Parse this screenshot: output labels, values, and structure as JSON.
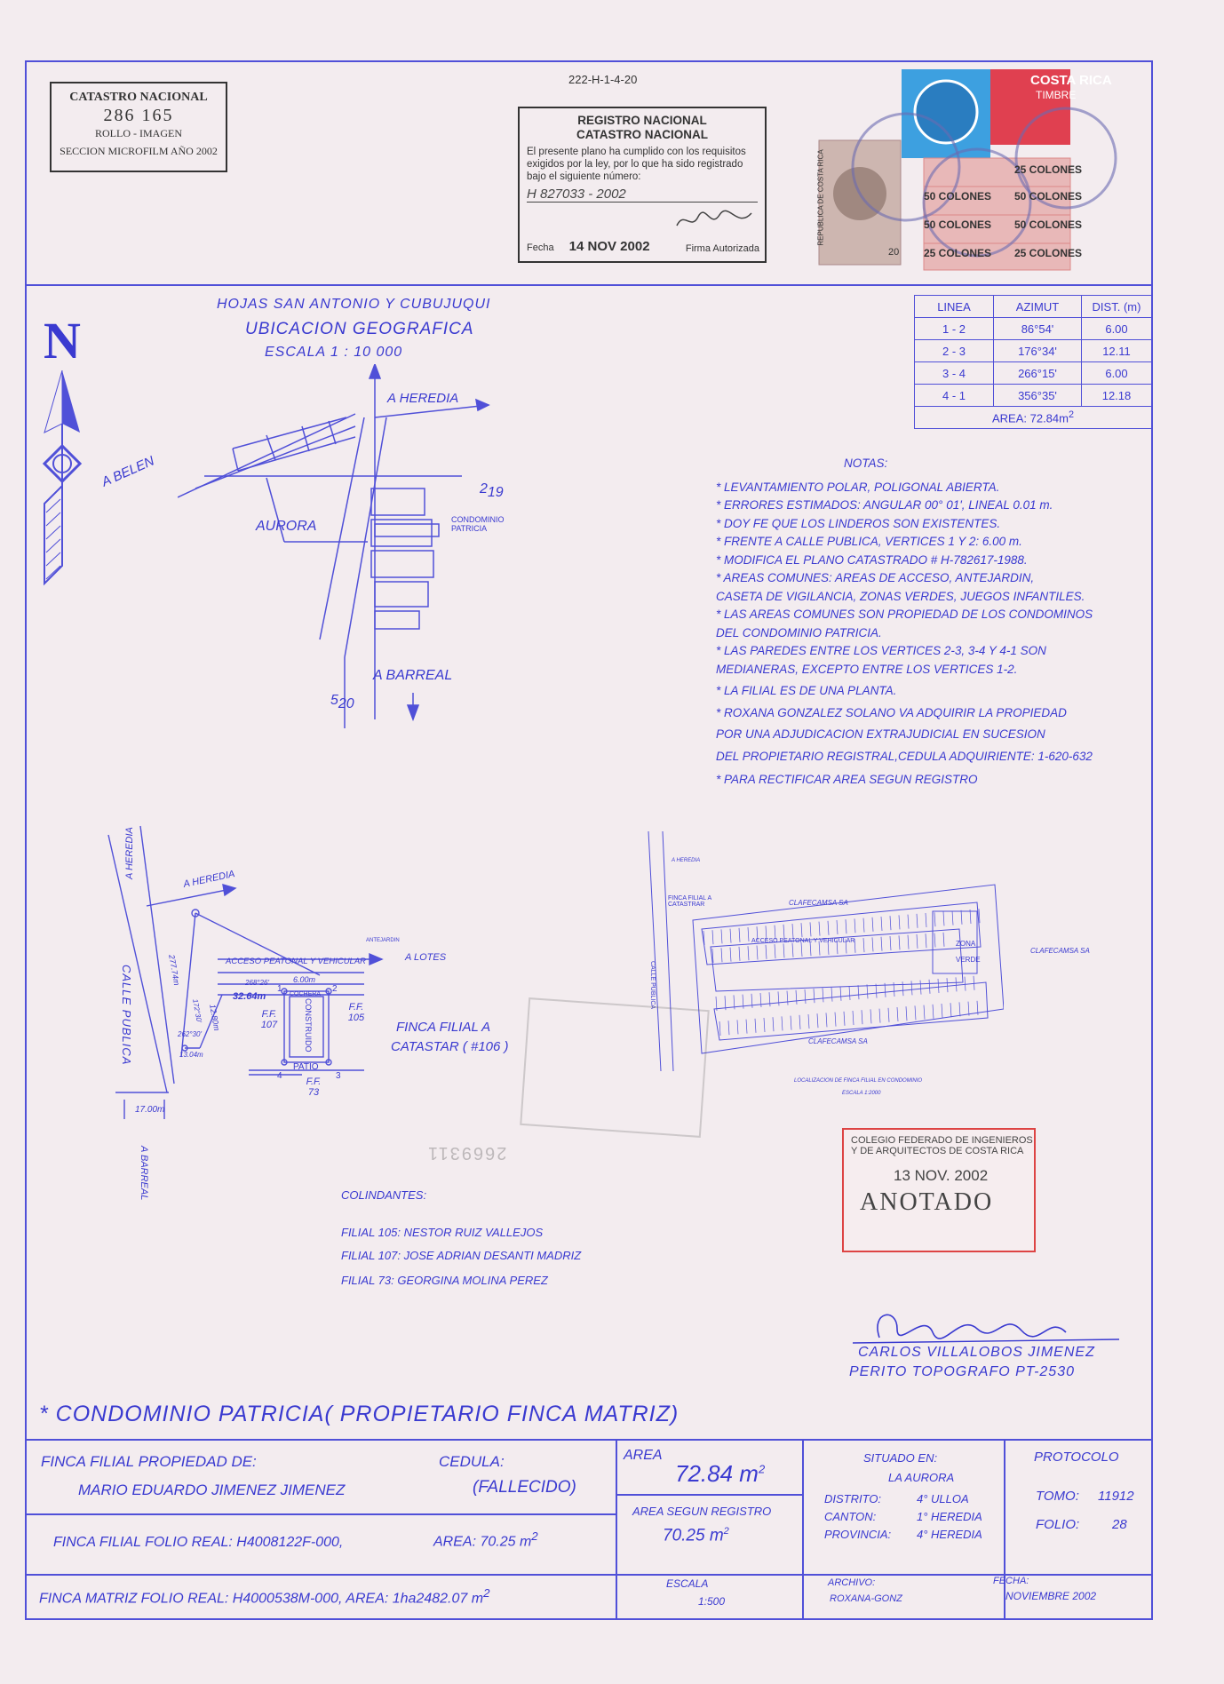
{
  "header": {
    "plan_code": "222-H-1-4-20",
    "catastro_stamp": {
      "title": "CATASTRO NACIONAL",
      "number": "286 165",
      "line2": "ROLLO - IMAGEN",
      "line3": "SECCION MICROFILM AÑO 2002"
    },
    "registro_stamp": {
      "title1": "REGISTRO NACIONAL",
      "title2": "CATASTRO NACIONAL",
      "body": "El presente plano ha cumplido con los requisitos exigidos por la ley, por lo que ha sido registrado bajo el siguiente número:",
      "number": "H 827033 - 2002",
      "fecha_label": "Fecha",
      "fecha_value": "14 NOV 2002",
      "firma_label": "Firma Autorizada"
    },
    "revenue_stamps": {
      "country": "COSTA RICA",
      "timbre": "TIMBRE",
      "values": [
        "25 COLONES",
        "50 COLONES",
        "50 COLONES",
        "50 COLONES",
        "50 COLONES",
        "25 COLONES",
        "25 COLONES"
      ],
      "small_value": "20",
      "republic": "REPUBLICA DE COSTA RICA"
    }
  },
  "location_map": {
    "title1": "HOJAS SAN ANTONIO Y CUBUJUQUI",
    "title2": "UBICACION GEOGRAFICA",
    "title3": "ESCALA 1 : 10 000",
    "a_heredia": "A HEREDIA",
    "a_belen": "A BELEN",
    "aurora": "AURORA",
    "condominio": "CONDOMINIO PATRICIA",
    "a_barreal": "A BARREAL",
    "coord_top": "2",
    "coord_top_sub": "19",
    "coord_bottom": "5",
    "coord_bottom_sub": "20"
  },
  "north_arrow": {
    "letter": "N"
  },
  "azimuth_table": {
    "headers": [
      "LINEA",
      "AZIMUT",
      "DIST. (m)"
    ],
    "rows": [
      [
        "1 - 2",
        "86°54'",
        "6.00"
      ],
      [
        "2 - 3",
        "176°34'",
        "12.11"
      ],
      [
        "3 - 4",
        "266°15'",
        "6.00"
      ],
      [
        "4 - 1",
        "356°35'",
        "12.18"
      ]
    ],
    "area_label": "AREA: 72.84m",
    "area_sup": "2"
  },
  "notes": {
    "title": "NOTAS:",
    "lines": [
      "* LEVANTAMIENTO POLAR, POLIGONAL ABIERTA.",
      "* ERRORES ESTIMADOS: ANGULAR 00° 01', LINEAL 0.01 m.",
      "* DOY FE QUE LOS LINDEROS SON EXISTENTES.",
      "* FRENTE A CALLE PUBLICA, VERTICES 1 Y 2: 6.00 m.",
      "* MODIFICA EL PLANO CATASTRADO # H-782617-1988.",
      "* AREAS COMUNES: AREAS DE ACCESO, ANTEJARDIN,",
      "CASETA DE VIGILANCIA, ZONAS VERDES, JUEGOS INFANTILES.",
      "* LAS AREAS COMUNES SON PROPIEDAD DE LOS CONDOMINOS",
      "DEL CONDOMINIO PATRICIA.",
      "* LAS PAREDES ENTRE LOS VERTICES 2-3, 3-4 Y 4-1 SON",
      "MEDIANERAS, EXCEPTO ENTRE LOS VERTICES 1-2.",
      "* LA FILIAL ES DE UNA PLANTA.",
      "* ROXANA GONZALEZ SOLANO VA ADQUIRIR LA PROPIEDAD",
      "POR UNA ADJUDICACION EXTRAJUDICIAL EN SUCESION",
      "DEL PROPIETARIO REGISTRAL,CEDULA ADQUIRIENTE: 1-620-632",
      "* PARA RECTIFICAR AREA SEGUN REGISTRO"
    ]
  },
  "site_plan": {
    "a_heredia_1": "A HEREDIA",
    "a_heredia_2": "A HEREDIA",
    "calle_publica": "CALLE PUBLICA",
    "a_barreal": "A BARREAL",
    "acceso": "ACCESO PEATONAL Y VEHICULAR",
    "a_lotes": "A LOTES",
    "antejardin": "ANTEJARDIN",
    "dist_277": "277.74m",
    "dist_32": "32.64m",
    "dist_12": "12.80m",
    "dist_6": "6.00m",
    "dist_13": "13.04m",
    "dist_17": "17.00m",
    "angle_1": "262°30'",
    "angle_2": "172°30'",
    "angle_3": "268°26'",
    "ff107": "F.F. 107",
    "ff105": "F.F. 105",
    "ff73": "F.F. 73",
    "construido": "CONSTRUIDO",
    "patio": "PATIO",
    "cochera": "COCHERA",
    "finca_filial": "FINCA FILIAL A",
    "catastrar": "CATASTAR ( #106 )",
    "v1": "1",
    "v2": "2",
    "v3": "3",
    "v4": "4"
  },
  "condo_plan": {
    "finca_filial": "FINCA FILIAL A CATASTRAR",
    "clafecamsa": "CLAFECAMSA SA",
    "clafecamsa2": "CLAFECAMSA SA",
    "clafecamsa3": "CLAFECAMSA SA",
    "calle": "CALLE PUBLICA",
    "zona": "ZONA",
    "verde": "VERDE",
    "acceso": "ACCESO PEATONAL Y VEHICULAR",
    "caption": "LOCALIZACION DE FINCA FILIAL EN CONDOMINIO",
    "escala": "ESCALA 1:2000",
    "a_heredia": "A HEREDIA"
  },
  "colindantes": {
    "title": "COLINDANTES:",
    "lines": [
      "FILIAL 105: NESTOR RUIZ VALLEJOS",
      "FILIAL 107: JOSE ADRIAN DESANTI MADRIZ",
      "FILIAL 73: GEORGINA MOLINA PEREZ"
    ]
  },
  "colegio_stamp": {
    "line1": "COLEGIO FEDERADO DE INGENIEROS",
    "line2": "Y DE ARQUITECTOS DE COSTA RICA",
    "date": "13 NOV. 2002",
    "anotado": "ANOTADO"
  },
  "faded_marks": {
    "number": "2669311"
  },
  "surveyor": {
    "name": "CARLOS VILLALOBOS JIMENEZ",
    "title": "PERITO TOPOGRAFO PT-2530"
  },
  "title_block": {
    "condominio": "* CONDOMINIO PATRICIA( PROPIETARIO FINCA MATRIZ)",
    "finca_filial_label": "FINCA FILIAL PROPIEDAD DE:",
    "owner": "MARIO EDUARDO JIMENEZ JIMENEZ",
    "cedula_label": "CEDULA:",
    "cedula_value": "(FALLECIDO)",
    "folio_real": "FINCA FILIAL FOLIO REAL: H4008122F-000,",
    "folio_area": "AREA: 70.25 m",
    "matriz": "FINCA MATRIZ FOLIO REAL: H4000538M-000, AREA: 1ha2482.07 m",
    "sup2": "2",
    "area_label": "AREA",
    "area_value": "72.84 m",
    "area_registro_label": "AREA SEGUN REGISTRO",
    "area_registro_value": "70.25 m",
    "escala_label": "ESCALA",
    "escala_value": "1:500",
    "situado_label": "SITUADO EN:",
    "situado_value": "LA AURORA",
    "distrito_label": "DISTRITO:",
    "distrito_value": "4° ULLOA",
    "canton_label": "CANTON:",
    "canton_value": "1° HEREDIA",
    "provincia_label": "PROVINCIA:",
    "provincia_value": "4° HEREDIA",
    "archivo_label": "ARCHIVO:",
    "archivo_value": "ROXANA-GONZ",
    "protocolo_label": "PROTOCOLO",
    "tomo_label": "TOMO:",
    "tomo_value": "11912",
    "folio_label": "FOLIO:",
    "folio_value": "28",
    "fecha_label": "FECHA:",
    "fecha_value": "NOVIEMBRE 2002"
  }
}
